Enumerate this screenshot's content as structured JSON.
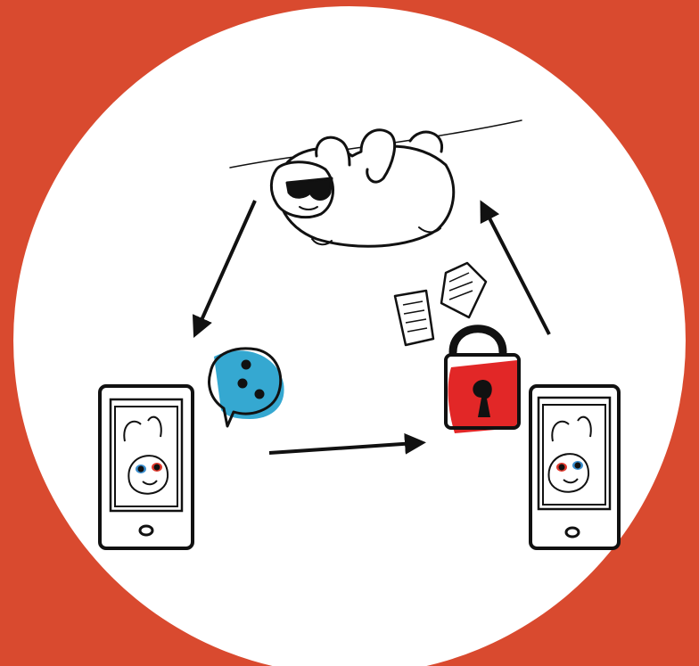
{
  "colors": {
    "background": "#d94a2f",
    "circle": "#ffffff",
    "ink": "#111111",
    "chat_bubble": "#2aa3cf",
    "lock_fill": "#e01b1b",
    "sloth_eye_red": "#e23a2e",
    "sloth_eye_blue": "#3a8fd0"
  },
  "icons": {
    "top": "hanging-sloth-with-sunglasses",
    "left_device": "smartphone-with-sloth-on-screen",
    "right_device": "smartphone-with-sloth-on-screen",
    "message": "chat-bubble-icon",
    "security": "padlock-icon",
    "documents": "paper-documents-icon"
  },
  "arrows": [
    {
      "id": "sloth-to-left-phone",
      "direction": "down-left"
    },
    {
      "id": "left-to-right-phone",
      "direction": "right"
    },
    {
      "id": "right-phone-to-sloth",
      "direction": "up-left"
    }
  ]
}
